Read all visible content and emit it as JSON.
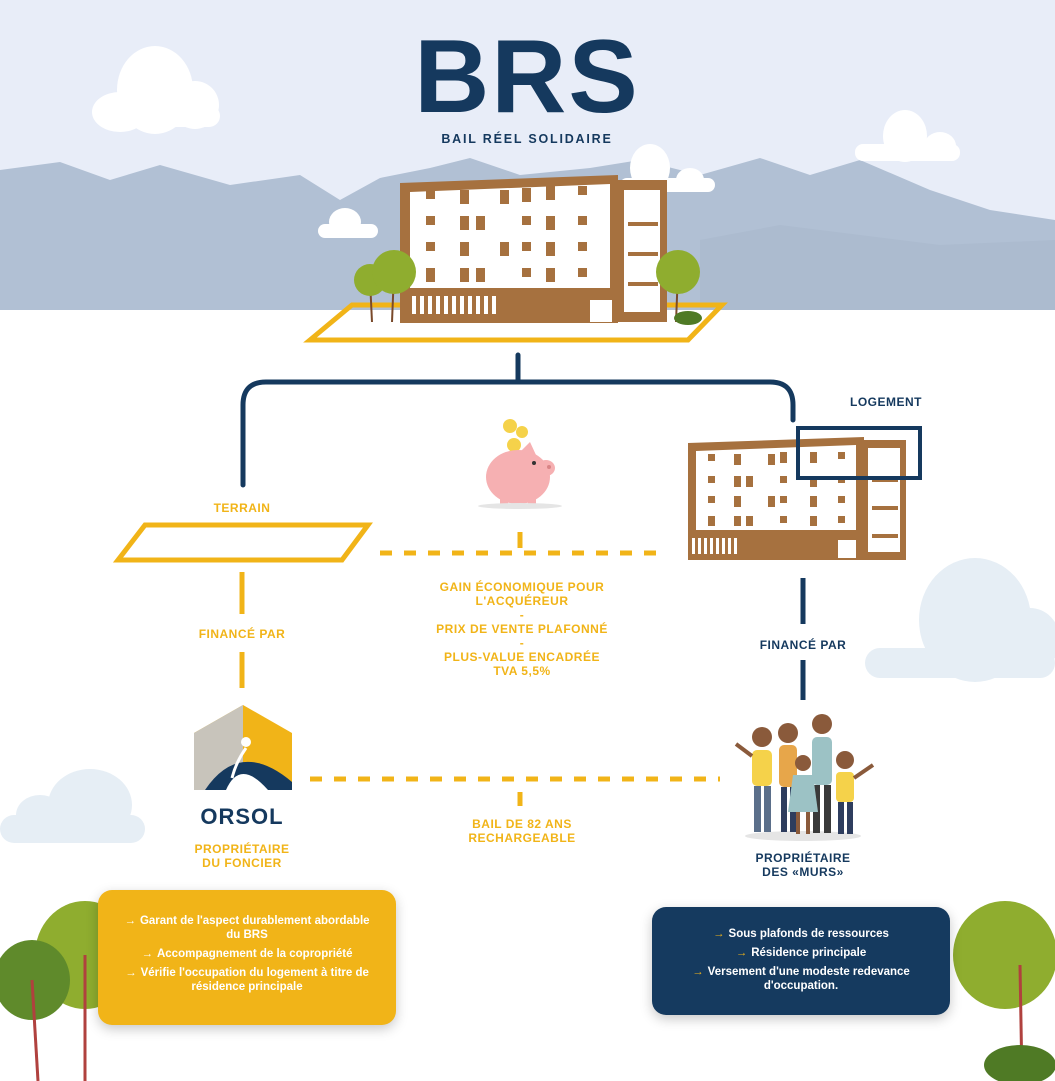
{
  "header": {
    "title": "BRS",
    "subtitle": "BAIL RÉEL SOLIDAIRE"
  },
  "labels": {
    "terrain": "TERRAIN",
    "logement": "LOGEMENT",
    "finance_left": "FINANCÉ PAR",
    "finance_right": "FINANCÉ PAR",
    "benefits": [
      "GAIN ÉCONOMIQUE POUR",
      "L'ACQUÉREUR",
      "-",
      "PRIX DE VENTE PLAFONNÉ",
      "-",
      "PLUS-VALUE ENCADRÉE",
      "TVA 5,5%"
    ],
    "bail": [
      "BAIL DE 82 ANS",
      "RECHARGEABLE"
    ],
    "orsol_role": [
      "PROPRIÉTAIRE",
      "DU FONCIER"
    ],
    "owner_role": [
      "PROPRIÉTAIRE",
      "DES «MURS»"
    ]
  },
  "orsol": {
    "logo_text": "ORSOL"
  },
  "cards": {
    "orsol": {
      "items": [
        "Garant de l'aspect durablement abordable du BRS",
        "Accompagnement de la copropriété",
        "Vérifie l'occupation du logement à titre de résidence principale"
      ]
    },
    "owner": {
      "items": [
        "Sous plafonds de ressources",
        "Résidence principale",
        "Versement d'une modeste redevance d'occupation."
      ]
    }
  },
  "icons": {
    "arrow": "→"
  },
  "colors": {
    "navy": "#15395e",
    "gold": "#f1b418",
    "brown": "#a6713f",
    "sky": "#e8edf8",
    "mountain": "#b1c0d4",
    "tree_green": "#8fad2f",
    "piggy_pink": "#f6b0b2"
  }
}
